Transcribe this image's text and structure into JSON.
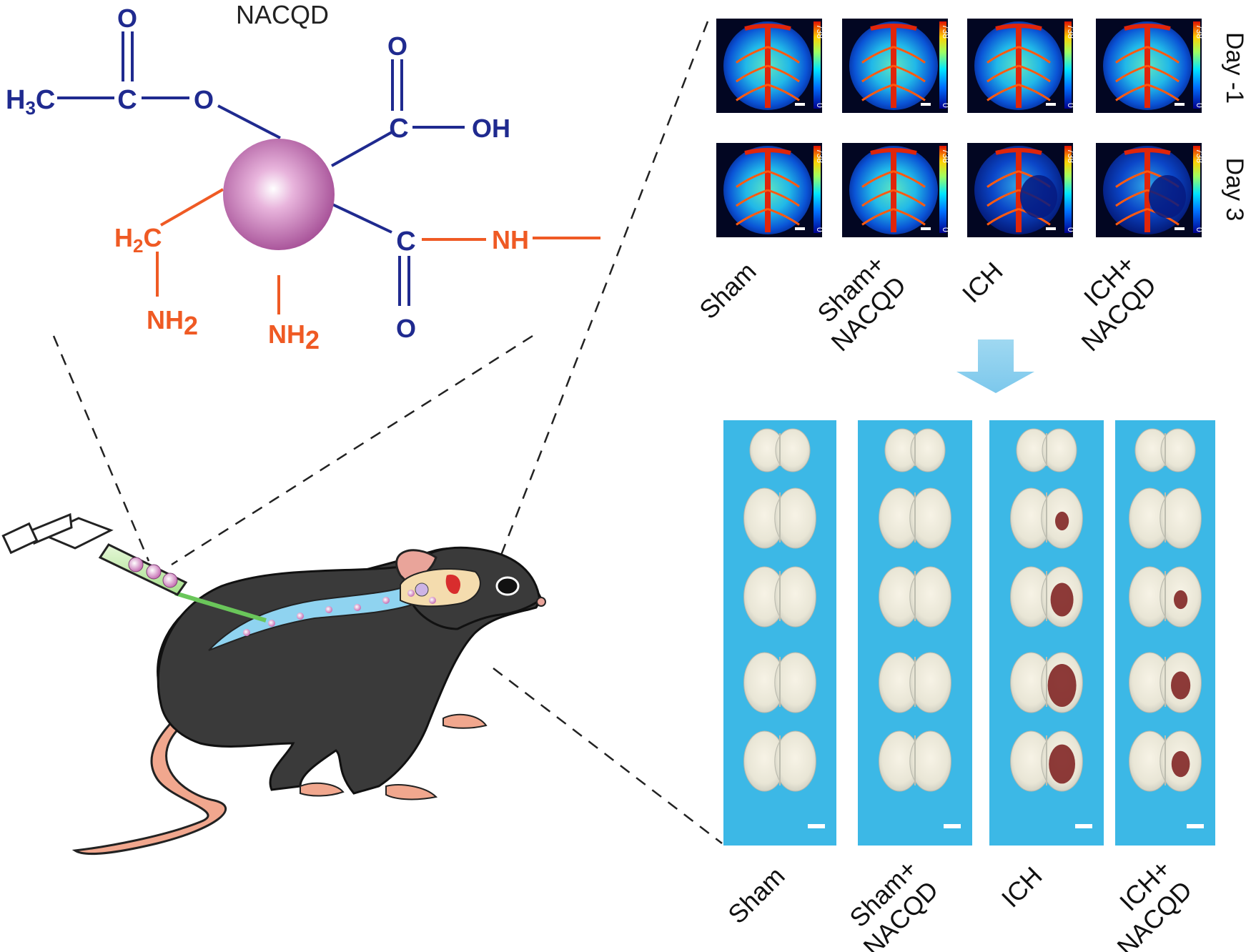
{
  "molecule": {
    "title": "NACQD",
    "atoms": {
      "h3c": "H3C",
      "c_ester": "C",
      "o_ester_top": "O",
      "o_ester": "O",
      "o_acid_top": "O",
      "c_acid": "C",
      "oh": "OH",
      "c_amide": "C",
      "nh": "NH",
      "o_amide": "O",
      "h2c": "H2C",
      "nh2_left": "NH2",
      "nh2_mid": "NH2"
    },
    "colors": {
      "acetyl_carboxyl": "#1f2a8f",
      "amine": "#ef5a24",
      "particle": "#c070b0"
    }
  },
  "perfusion_panel": {
    "day_labels": [
      "Day -1",
      "Day 3"
    ],
    "colorbar_max": "738",
    "colorbar_min": "0",
    "groups": [
      "Sham",
      "Sham+ NACQD",
      "ICH",
      "ICH+ NACQD"
    ],
    "group_lines": [
      [
        "Sham"
      ],
      [
        "Sham+",
        "NACQD"
      ],
      [
        "ICH"
      ],
      [
        "ICH+",
        "NACQD"
      ]
    ]
  },
  "slice_panel": {
    "groups": [
      "Sham",
      "Sham+ NACQD",
      "ICH",
      "ICH+ NACQD"
    ],
    "group_lines": [
      [
        "Sham"
      ],
      [
        "Sham+",
        "NACQD"
      ],
      [
        "ICH"
      ],
      [
        "ICH+",
        "NACQD"
      ]
    ],
    "background_color": "#3cb8e6"
  },
  "illustration": {
    "subject": "mouse",
    "injector": "syringe"
  }
}
